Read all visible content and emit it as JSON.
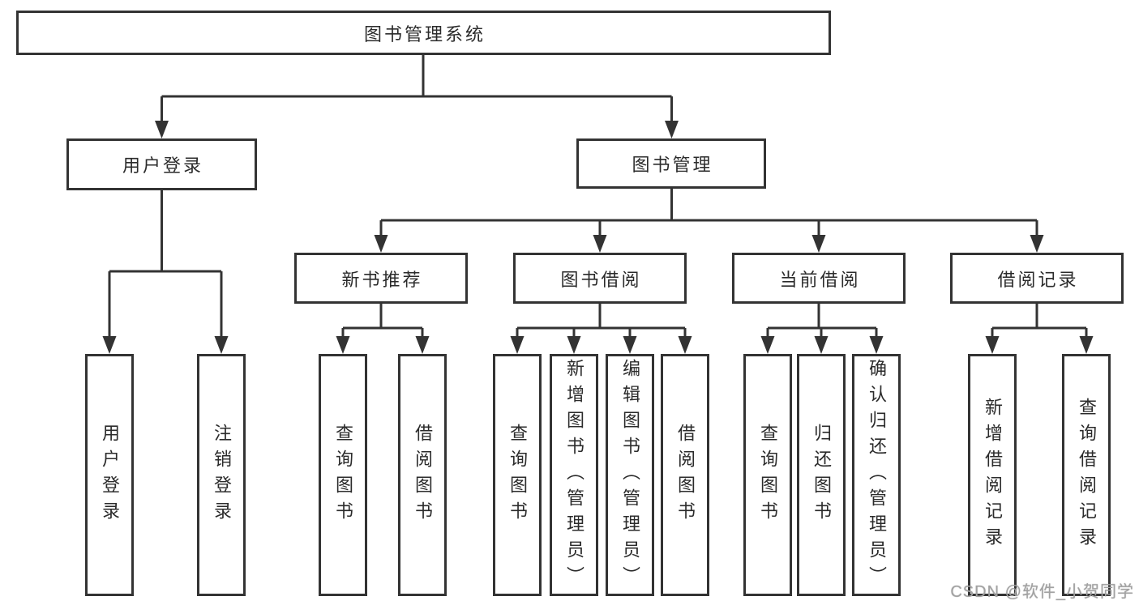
{
  "tree": {
    "root": "图书管理系统",
    "branches": {
      "user_login": "用户登录",
      "book_management": "图书管理"
    },
    "user_login_children": [
      "用户登录",
      "注销登录"
    ],
    "book_management_children": [
      "新书推荐",
      "图书借阅",
      "当前借阅",
      "借阅记录"
    ],
    "new_book_children": [
      "查询图书",
      "借阅图书"
    ],
    "book_borrow_children": [
      "查询图书",
      "新增图书（管理员）",
      "编辑图书（管理员）",
      "借阅图书"
    ],
    "current_borrow_children": [
      "查询图书",
      "归还图书",
      "确认归还（管理员）"
    ],
    "borrow_record_children": [
      "新增借阅记录",
      "查询借阅记录"
    ]
  },
  "watermark": "CSDN @软件_小贺同学",
  "colors": {
    "line": "#333333",
    "text": "#2b2b2b",
    "background": "#ffffff",
    "watermark": "#a2a2a2"
  }
}
